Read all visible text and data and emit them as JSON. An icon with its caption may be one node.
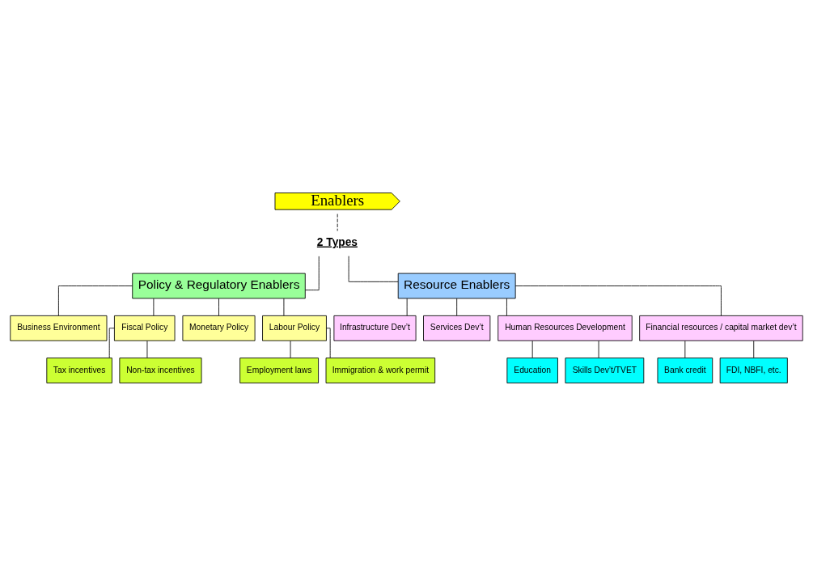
{
  "diagram": {
    "nodes": [
      {
        "text": [
          "Enablers"
        ]
      },
      {
        "text": [
          "2 Types"
        ]
      },
      {
        "text": [
          "Policy & Regulatory Enablers"
        ]
      },
      {
        "text": [
          "Resource Enablers"
        ]
      },
      {
        "text": [
          "Business Environment"
        ]
      },
      {
        "text": [
          "Fiscal Policy"
        ]
      },
      {
        "text": [
          "Tax incentives"
        ]
      },
      {
        "text": [
          "Non-tax incentives"
        ]
      },
      {
        "text": [
          "Monetary Policy"
        ]
      },
      {
        "text": [
          "Labour Policy"
        ]
      },
      {
        "text": [
          "Employment laws"
        ]
      },
      {
        "text": [
          "Immigration & work permit"
        ]
      },
      {
        "text": [
          "Infrastructure Dev’t"
        ]
      },
      {
        "text": [
          "Services Dev’t"
        ]
      },
      {
        "text": [
          "Human Resources Development"
        ]
      },
      {
        "text": [
          "Education"
        ]
      },
      {
        "text": [
          "Skills Dev’t/TVET"
        ]
      },
      {
        "text": [
          "Financial resources / capital market dev’t"
        ]
      },
      {
        "text": [
          "Bank credit"
        ]
      },
      {
        "text": [
          "FDI, NBFI, etc."
        ]
      }
    ],
    "edges": [
      {
        "from": 0,
        "to": 1,
        "arrow": "none",
        "style": "dashed"
      },
      {
        "from": 1,
        "to": 2,
        "arrow": "none"
      },
      {
        "from": 1,
        "to": 3,
        "arrow": "none"
      },
      {
        "from": 2,
        "to": 4,
        "arrow": "none"
      },
      {
        "from": 2,
        "to": 5,
        "arrow": "none"
      },
      {
        "from": 5,
        "to": 6,
        "arrow": "none"
      },
      {
        "from": 5,
        "to": 7,
        "arrow": "none"
      },
      {
        "from": 2,
        "to": 8,
        "arrow": "none"
      },
      {
        "from": 2,
        "to": 9,
        "arrow": "none"
      },
      {
        "from": 9,
        "to": 10,
        "arrow": "none"
      },
      {
        "from": 9,
        "to": 11,
        "arrow": "none"
      },
      {
        "from": 3,
        "to": 12,
        "arrow": "none"
      },
      {
        "from": 3,
        "to": 13,
        "arrow": "none"
      },
      {
        "from": 3,
        "to": 14,
        "arrow": "none"
      },
      {
        "from": 14,
        "to": 15,
        "arrow": "none"
      },
      {
        "from": 14,
        "to": 16,
        "arrow": "none"
      },
      {
        "from": 3,
        "to": 17,
        "arrow": "none"
      },
      {
        "from": 17,
        "to": 18,
        "arrow": "none"
      },
      {
        "from": 17,
        "to": 19,
        "arrow": "none"
      }
    ]
  }
}
